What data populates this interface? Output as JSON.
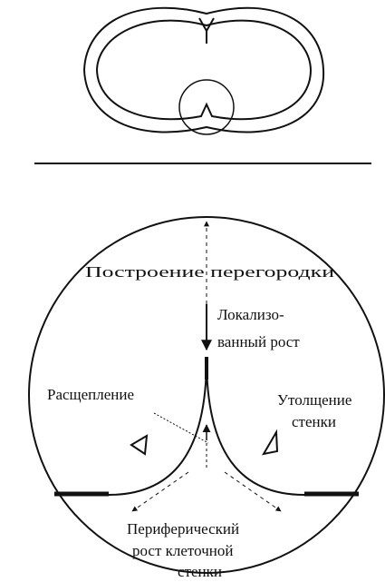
{
  "labels": {
    "septum_building": "Построение перегородки",
    "localized_growth_1": "Локализо-",
    "localized_growth_2": "ванный рост",
    "splitting": "Расщепление",
    "wall_thickening_1": "Утолщение",
    "wall_thickening_2": "стенки",
    "peripheral_growth_1": "Периферический",
    "peripheral_growth_2": "рост клеточной",
    "peripheral_growth_3": "стенки"
  }
}
